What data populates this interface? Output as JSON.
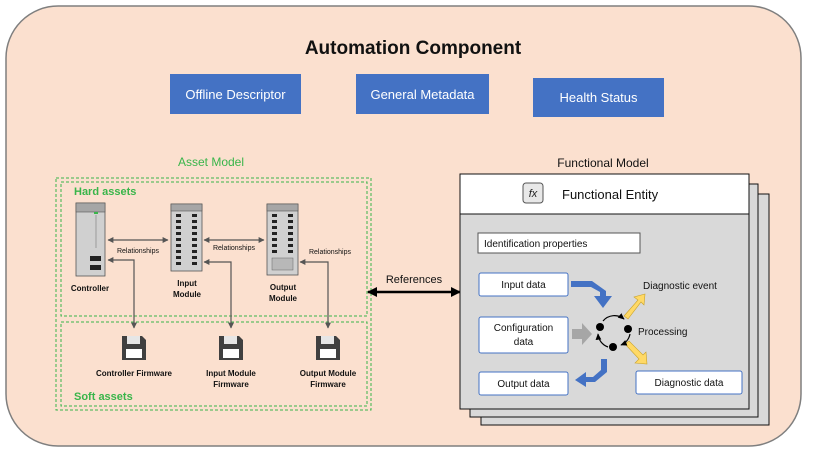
{
  "colors": {
    "outer_fill": "#fbe0cf",
    "outer_stroke": "#7f7f7f",
    "box_blue": "#4472c4",
    "green": "#39b54a",
    "panel_gray": "#d9d9d9",
    "arrow_blue": "#4472c4",
    "arrow_yellow": "#ffd966",
    "arrow_gray": "#a6a6a6"
  },
  "title": "Automation Component",
  "top_boxes": [
    "Offline Descriptor",
    "General Metadata",
    "Health Status"
  ],
  "asset_model": {
    "label": "Asset Model",
    "hard_assets_label": "Hard assets",
    "soft_assets_label": "Soft assets",
    "devices": {
      "controller": "Controller",
      "input_line1": "Input",
      "input_line2": "Module",
      "output_line1": "Output",
      "output_line2": "Module"
    },
    "relationships": [
      "Relationships",
      "Relationships",
      "Relationships"
    ],
    "firmware": {
      "controller": "Controller Firmware",
      "input_line1": "Input Module",
      "input_line2": "Firmware",
      "output_line1": "Output Module",
      "output_line2": "Firmware"
    },
    "icons": [
      "server-device-icon",
      "io-module-icon",
      "floppy-disk-icon"
    ]
  },
  "references_label": "References",
  "functional_model": {
    "label": "Functional Model",
    "entity_title": "Functional Entity",
    "function_icon_label": "fx",
    "identification": "Identification properties",
    "input_data": "Input data",
    "configuration_line1": "Configuration",
    "configuration_line2": "data",
    "output_data": "Output data",
    "diagnostic_event": "Diagnostic event",
    "processing": "Processing",
    "diagnostic_data": "Diagnostic data",
    "icons": [
      "function-icon",
      "cycle-icon"
    ]
  }
}
